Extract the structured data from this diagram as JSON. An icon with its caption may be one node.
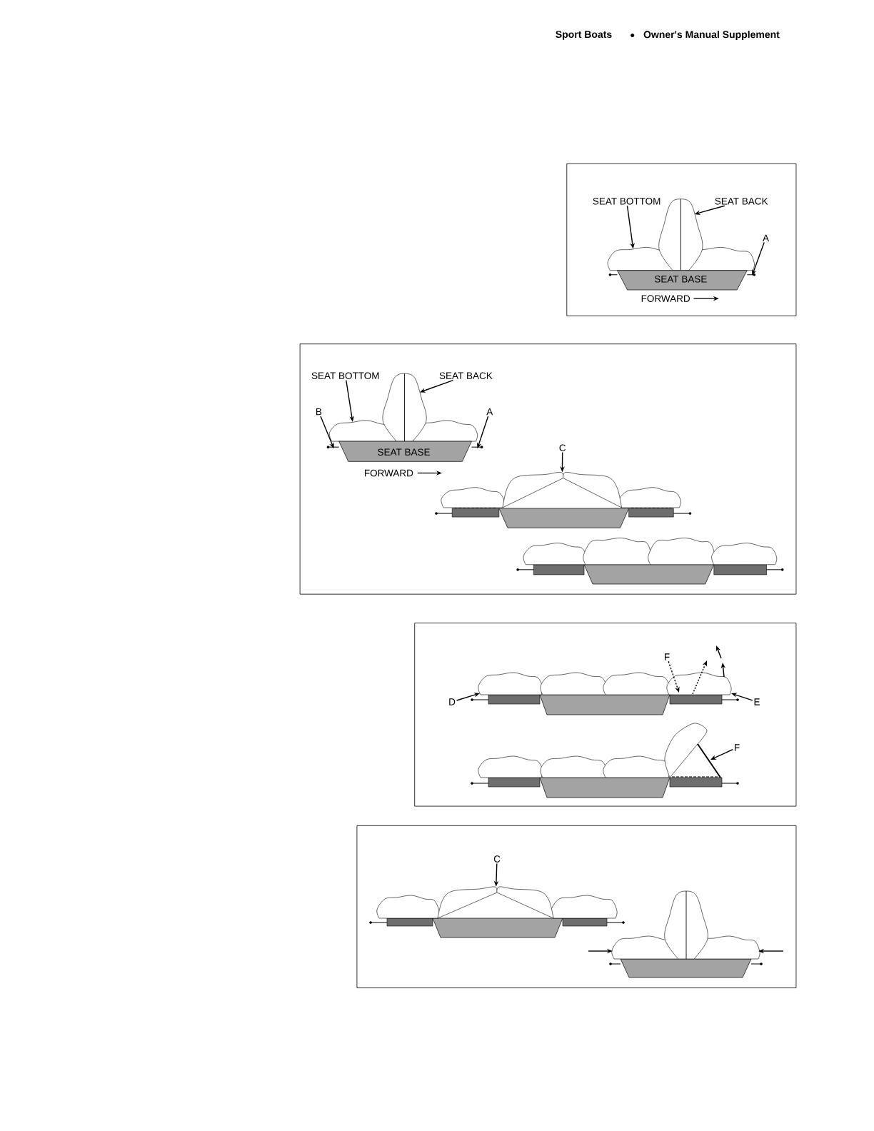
{
  "diagram": {
    "nodes": [
      {
        "text": [
          "SEAT BOTTOM"
        ]
      },
      {
        "text": [
          "SEAT BACK"
        ]
      },
      {
        "text": [
          "A"
        ]
      },
      {
        "text": [
          "SEAT BASE"
        ]
      },
      {
        "text": [
          "SEAT BOTTOM"
        ]
      },
      {
        "text": [
          "SEAT BACK"
        ]
      },
      {
        "text": [
          "B"
        ]
      },
      {
        "text": [
          "A"
        ]
      },
      {
        "text": [
          "SEAT BASE"
        ]
      },
      {
        "text": [
          "C"
        ]
      },
      {
        "text": [
          "F"
        ]
      },
      {
        "text": [
          "D"
        ]
      },
      {
        "text": [
          "E"
        ]
      },
      {
        "text": [
          "F"
        ]
      },
      {
        "text": [
          "C"
        ]
      },
      {
        "text": [],
        "shape": "picture"
      },
      {
        "text": [],
        "shape": "picture"
      }
    ],
    "edges": [
      {
        "from": 0,
        "to": null,
        "arrow": "to"
      },
      {
        "from": 1,
        "to": null,
        "arrow": "to"
      },
      {
        "from": 2,
        "to": 3,
        "arrow": "to"
      },
      {
        "from": 4,
        "to": null,
        "arrow": "to"
      },
      {
        "from": 5,
        "to": null,
        "arrow": "to"
      },
      {
        "from": 6,
        "to": 8,
        "arrow": "to"
      },
      {
        "from": 7,
        "to": 8,
        "arrow": "to"
      },
      {
        "from": 9,
        "to": 15,
        "arrow": "to"
      },
      {
        "from": 10,
        "to": null,
        "arrow": "to",
        "style": "dashed"
      },
      {
        "from": 11,
        "to": null,
        "arrow": "to"
      },
      {
        "from": 12,
        "to": null,
        "arrow": "to"
      },
      {
        "from": 13,
        "to": null,
        "arrow": "to"
      },
      {
        "from": 14,
        "to": 16,
        "arrow": "to"
      }
    ],
    "labels": [
      "Sport Boats",
      "Owner's Manual Supplement",
      "FORWARD",
      "FORWARD"
    ]
  }
}
